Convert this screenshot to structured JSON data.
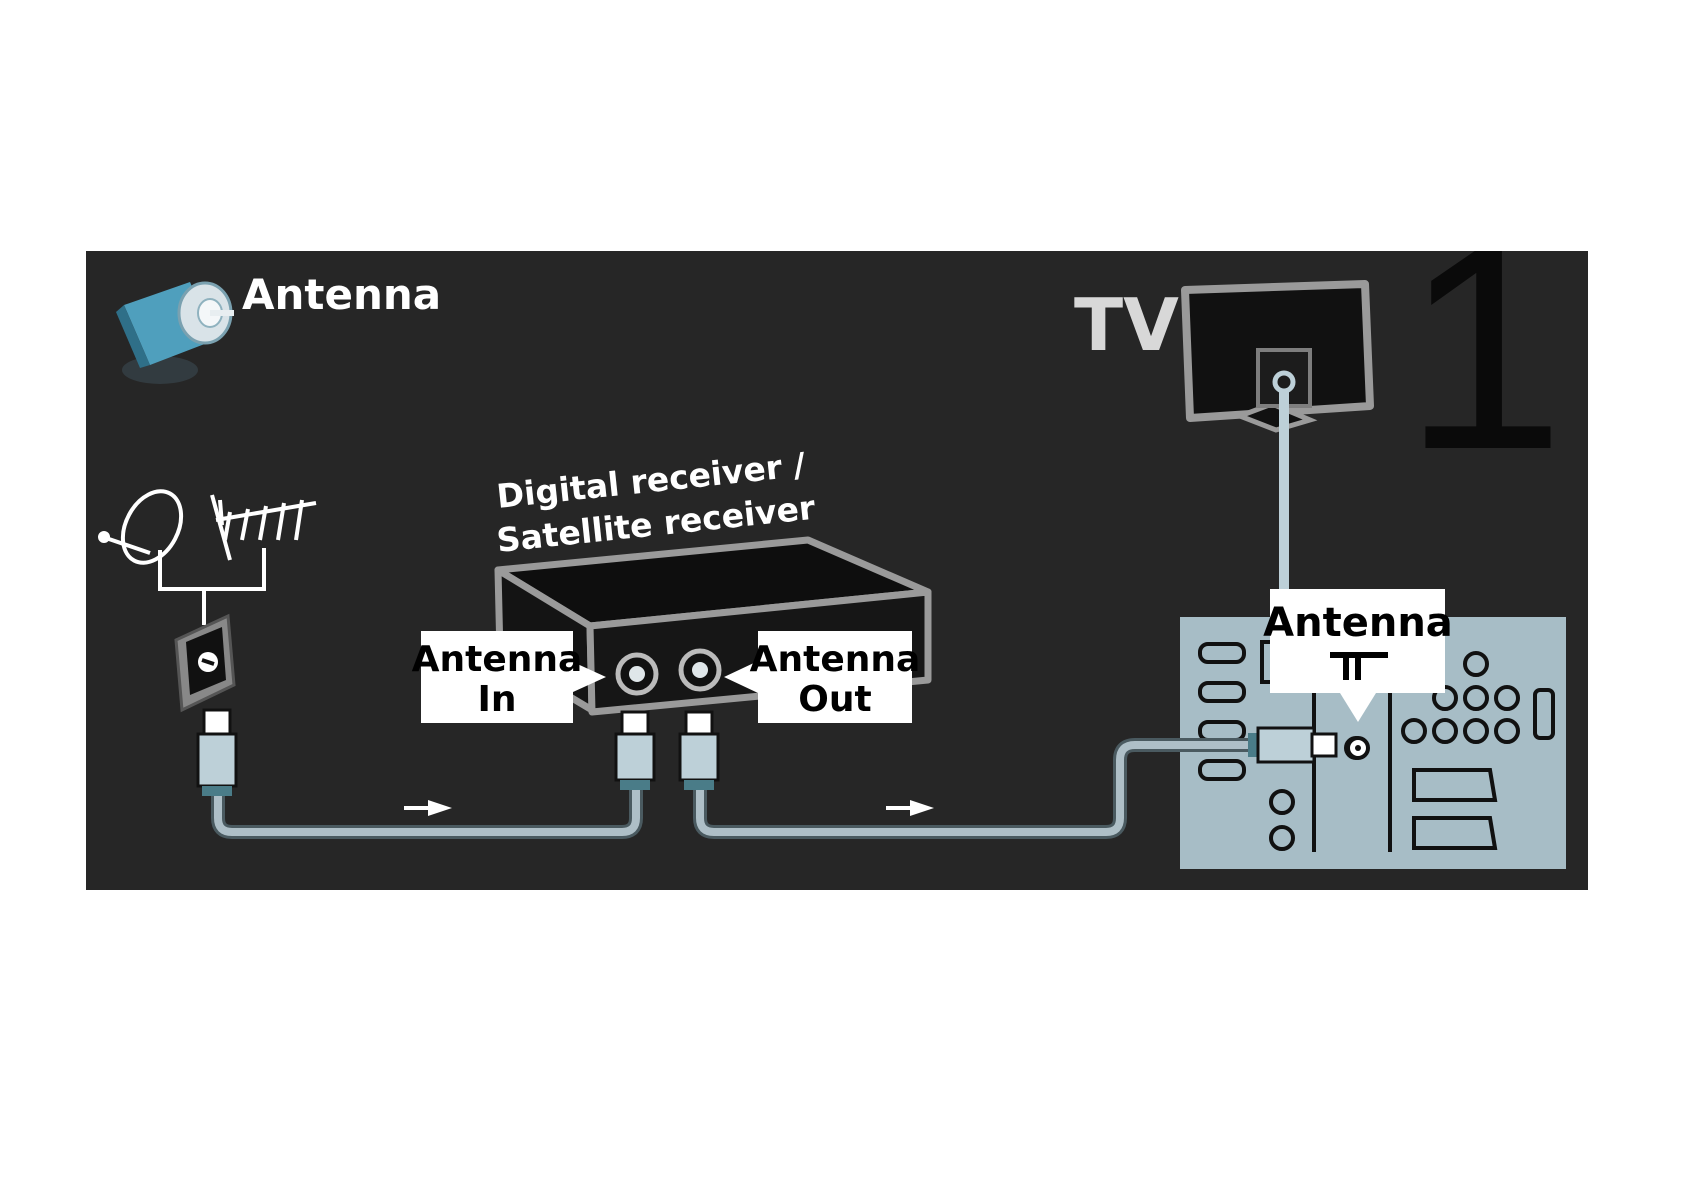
{
  "header": {
    "antenna_label": "Antenna",
    "tv_label": "TV",
    "step_number": "1"
  },
  "receiver": {
    "title_line1": "Digital receiver /",
    "title_line2": "Satellite receiver"
  },
  "callouts": {
    "antenna_in_line1": "Antenna",
    "antenna_in_line2": "In",
    "antenna_out_line1": "Antenna",
    "antenna_out_line2": "Out",
    "tv_antenna": "Antenna"
  },
  "colors": {
    "panel_background": "#262626",
    "cable": "#aebfc7",
    "connector": "#bdd0d8",
    "tv_backplate": "#a7bdc6",
    "label_text": "#ffffff",
    "callout_box": "#ffffff",
    "callout_text": "#000000"
  },
  "icons": [
    "coax-plug-icon",
    "satellite-dish-icon",
    "aerial-icon",
    "wall-socket-icon",
    "tv-icon",
    "receiver-box-icon",
    "antenna-symbol-icon",
    "direction-arrow-icon"
  ]
}
